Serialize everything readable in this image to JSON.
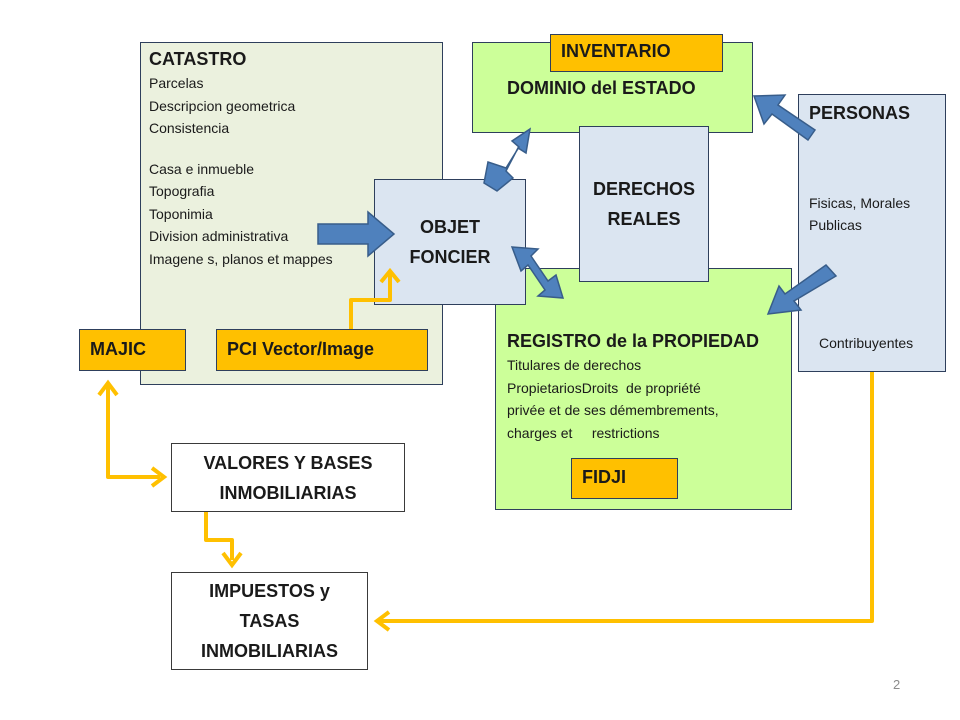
{
  "catastro": {
    "title": "CATASTRO",
    "items_a": [
      "Parcelas",
      "Descripcion geometrica",
      "Consistencia"
    ],
    "items_b": [
      "Casa e inmueble",
      "Topografia",
      "Toponimia",
      "Division administrativa",
      "Imagene s, planos et mappes"
    ]
  },
  "dominio": {
    "title": "DOMINIO del ESTADO",
    "badge": "INVENTARIO"
  },
  "personas": {
    "title": "PERSONAS",
    "lines": [
      "Fisicas, Morales",
      "Publicas"
    ],
    "footer": "Contribuyentes"
  },
  "derechos": {
    "lines": [
      "DERECHOS",
      "REALES"
    ]
  },
  "objet": {
    "lines": [
      "OBJET",
      "FONCIER"
    ]
  },
  "registro": {
    "title": "REGISTRO de la PROPIEDAD",
    "lines": [
      "Titulares de derechos",
      "PropietariosDroits  de propriété",
      "privée et de ses démembrements,",
      "charges et     restrictions"
    ],
    "badge": "FIDJI"
  },
  "majic": {
    "label": "MAJIC"
  },
  "pci": {
    "label": "PCI Vector/Image"
  },
  "valores": {
    "lines": [
      "VALORES Y BASES",
      "INMOBILIARIAS"
    ]
  },
  "impuestos": {
    "lines": [
      "IMPUESTOS y",
      "TASAS",
      "INMOBILIARIAS"
    ]
  },
  "page_number": "2",
  "colors": {
    "orange": "#ffc000",
    "green": "#ccff99",
    "blue_box": "#dbe5f1",
    "arrow_blue": "#4f81bd"
  }
}
